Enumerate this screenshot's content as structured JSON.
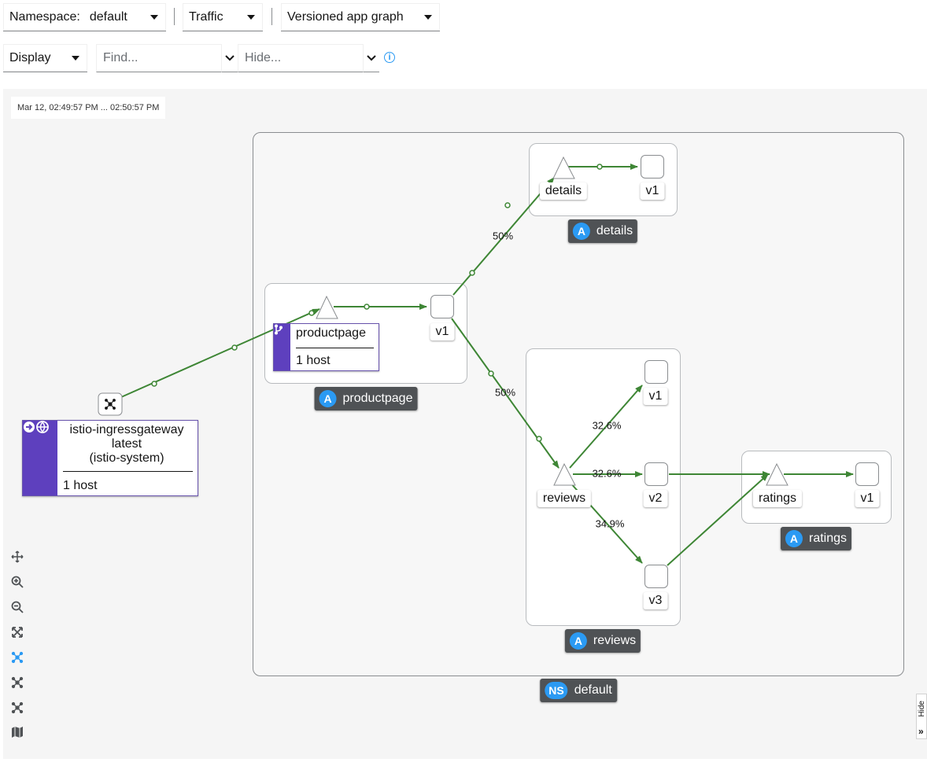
{
  "toolbar": {
    "namespace_label": "Namespace:",
    "namespace_value": "default",
    "traffic_label": "Traffic",
    "graph_type": "Versioned app graph",
    "display_label": "Display",
    "find_placeholder": "Find...",
    "hide_placeholder": "Hide..."
  },
  "graph": {
    "timestamp": "Mar 12, 02:49:57 PM ... 02:50:57 PM",
    "namespace_badge": {
      "pill": "NS",
      "name": "default"
    },
    "apps": {
      "details": {
        "pill": "A",
        "name": "details",
        "service": "details",
        "version": "v1"
      },
      "productpage": {
        "pill": "A",
        "name": "productpage",
        "service": "productpage",
        "version": "v1",
        "hosts": "1 host"
      },
      "reviews": {
        "pill": "A",
        "name": "reviews",
        "service": "reviews",
        "versions": [
          "v1",
          "v2",
          "v3"
        ]
      },
      "ratings": {
        "pill": "A",
        "name": "ratings",
        "service": "ratings",
        "version": "v1"
      }
    },
    "gateway": {
      "line1": "istio-ingressgateway",
      "line2": "latest",
      "line3": "(istio-system)",
      "hosts": "1 host"
    },
    "edges": {
      "productpage_to_details": "50%",
      "productpage_to_reviews": "50%",
      "reviews_to_v1": "32.6%",
      "reviews_to_v2": "32.6%",
      "reviews_to_v3": "34.9%"
    },
    "edge_color": "#3e8635",
    "hide_tab": "Hide"
  }
}
